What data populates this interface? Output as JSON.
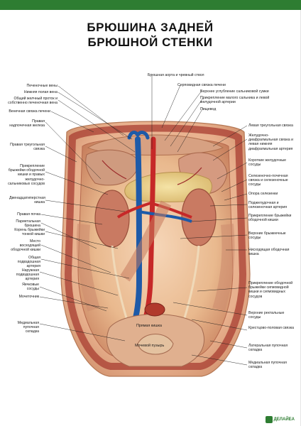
{
  "poster": {
    "title_line1": "БРЮШИНА ЗАДНЕЙ",
    "title_line2": "БРЮШНОЙ СТЕНКИ",
    "accent_color": "#2e7d32"
  },
  "labels_left": [
    "Печеночные вены",
    "Нижняя полая вена",
    "Общий желчный проток и собственно печеночная вена",
    "Венечная связка печени",
    "Правая надпочечная железа",
    "Правая треугольная связка",
    "Прикрепление брыжейки ободочной кишки и правых желудочно-сальниковых сосудов",
    "Двенадцатиперстная кишка",
    "Правая почка",
    "Париетальная брюшина",
    "Корень брыжейки тонкой кишки",
    "Место восходящей ободочной кишки",
    "Общая подвздошная артерия",
    "Наружная подвздошная артерия",
    "Яичковые сосуды",
    "Мочеточник",
    "Медиальная пупочная складка"
  ],
  "labels_top": [
    "Брюшная аорта и чревный ствол",
    "Серповидная связка печени",
    "Верхнее углубление сальниковой сумки",
    "Прикрепление малого сальника и левой желудочной артерии",
    "Пищевод"
  ],
  "labels_right": [
    "Левая треугольная связка",
    "Желудочно-диафрагмальная связка и левая нижняя диафрагмальная артерия",
    "Короткие желудочные сосуды",
    "Селезеночно-почечная связка и селезеночные сосуды",
    "Опора селезенки",
    "Поджелудочная и селезеночная артерия",
    "Прикрепление брыжейки ободочной кишки",
    "Верхние брыжеечные сосуды",
    "Нисходящая ободочная кишка",
    "Прикрепление ободочной брыжейки сигмовидной кишки и сигмовидных сосудов",
    "Верхние ректальные сосуды",
    "Крестцово-половая связка",
    "Латеральная пупочная складка",
    "Медиальная пупочная складка"
  ],
  "captions": {
    "rectum": "Прямая кишка",
    "bladder": "Мочевой пузырь"
  },
  "brand": {
    "name": "ДЕЛАЙЕА"
  }
}
